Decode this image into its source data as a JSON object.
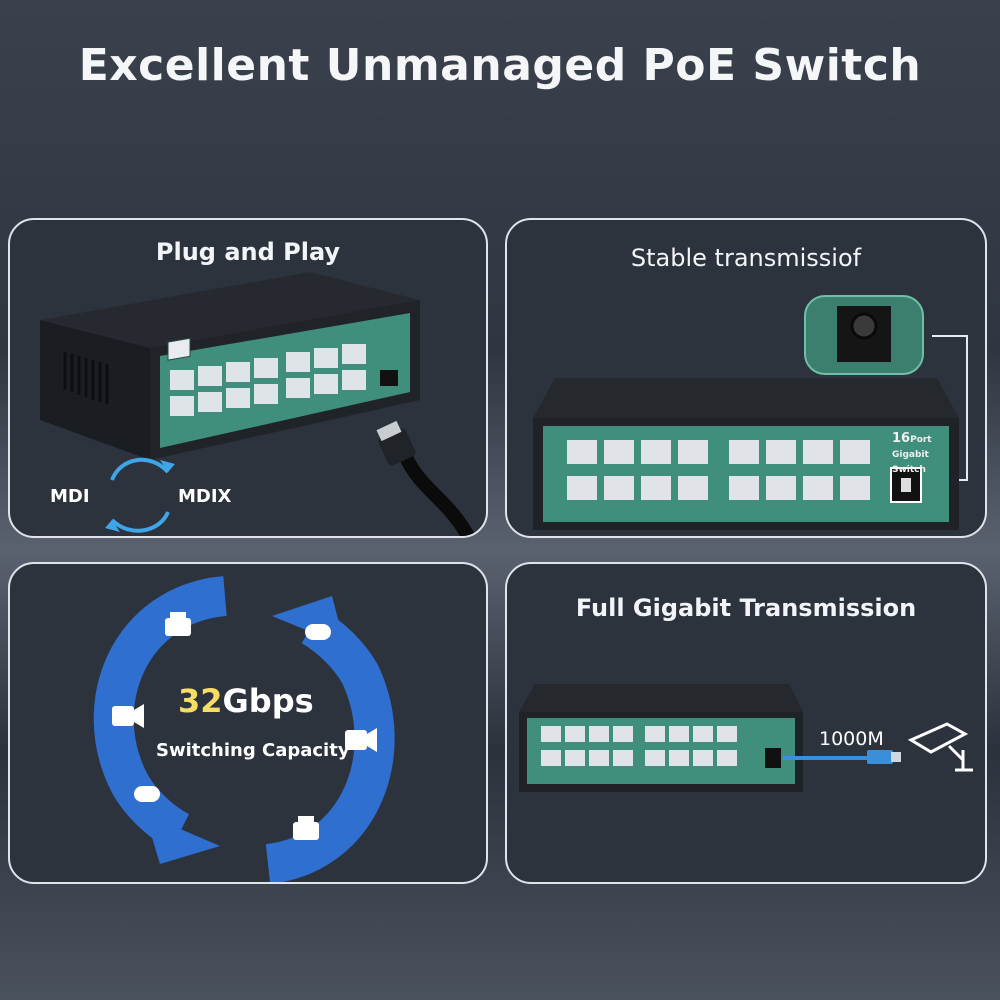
{
  "header": {
    "title": "Excellent Unmanaged PoE Switch"
  },
  "panels": {
    "plug_and_play": {
      "title": "Plug and Play",
      "mdi": "MDI",
      "mdix": "MDIX"
    },
    "stable": {
      "title": "Stable transmissiof"
    },
    "capacity": {
      "number": "32",
      "unit": "Gbps",
      "caption": "Switching Capacity"
    },
    "gigabit": {
      "title": "Full Gigabit Transmission",
      "speed": "1000M"
    }
  },
  "switch_label": {
    "line1": "16",
    "line2": "Port",
    "line3": "Gigabit",
    "line4": "Switch"
  },
  "colors": {
    "faceplate": "#3f8f7c",
    "body": "#1f2227",
    "arrow_blue": "#2f6fd0"
  }
}
